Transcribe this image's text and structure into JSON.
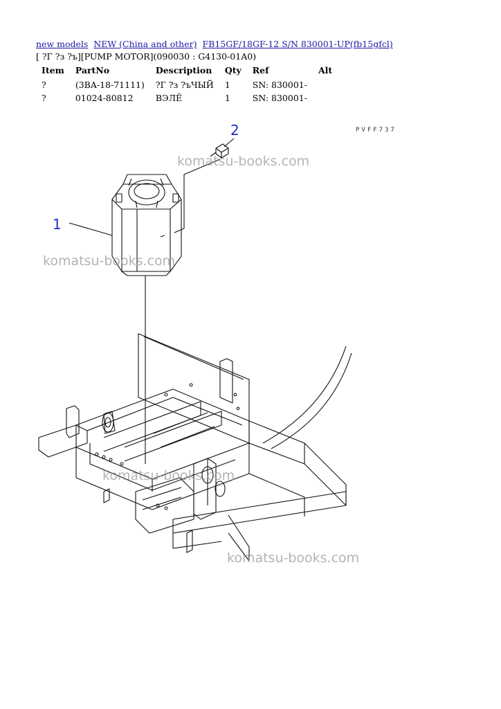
{
  "breadcrumb": {
    "links": [
      {
        "label": "new models"
      },
      {
        "label": "NEW (China and other)"
      },
      {
        "label": "FB15GF/18GF-12 S/N 830001-UP(fb15gfcl)"
      }
    ]
  },
  "section_title": "[ ?Г ?з ?ъ][PUMP MOTOR](090030 : G4130-01A0)",
  "parts_table": {
    "headers": [
      "Item",
      "PartNo",
      "Description",
      "Qty",
      "Ref",
      "Alt"
    ],
    "rows": [
      {
        "item": "?",
        "part_no": "(3BA-18-71111)",
        "description": "?Г ?з ?ъЧЫЙ",
        "qty": "1",
        "ref": "SN: 830001-",
        "alt": ""
      },
      {
        "item": "?",
        "part_no": "01024-80812",
        "description": "ВЭЛЁ",
        "qty": "1",
        "ref": "SN: 830001-",
        "alt": ""
      }
    ]
  },
  "diagram": {
    "figure_code": "PVFF737",
    "callouts": [
      "1",
      "2"
    ],
    "watermark": "komatsu-books.com",
    "callout_color": "#1c2bd0",
    "link_color": "#1a1aa6"
  }
}
